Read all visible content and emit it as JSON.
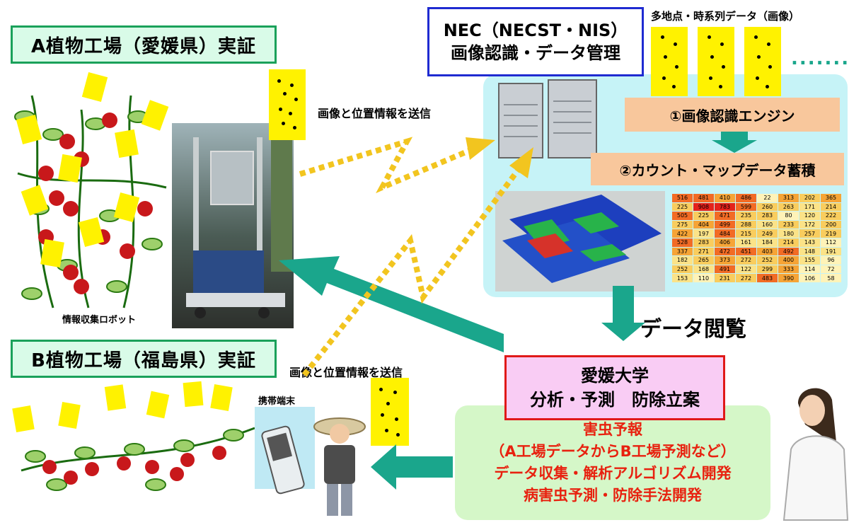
{
  "factory_a": {
    "title": "A植物工場（愛媛県）実証",
    "robot_caption": "情報収集ロボット"
  },
  "factory_b": {
    "title": "B植物工場（福島県）実証",
    "mobile_caption": "携帯端末"
  },
  "send_a": "画像と位置情報を送信",
  "send_b": "画像と位置情報を送信",
  "nec": {
    "line1": "NEC（NECST・NIS）",
    "line2": "画像認識・データ管理",
    "multi_point": "多地点・時系列データ（画像）",
    "ellipsis": ".......",
    "engine": "①画像認識エンジン",
    "store": "②カウント・マップデータ蓄積"
  },
  "data_view": "データ閲覧",
  "ehime": {
    "line1": "愛媛大学",
    "line2": "分析・予測　防除立案",
    "items": [
      "害虫予報",
      "（A工場データからB工場予測など）",
      "データ収集・解析アルゴリズム開発",
      "病害虫予測・防除手法開発"
    ]
  },
  "heatmap": {
    "rows": [
      [
        "516",
        "481",
        "410",
        "486",
        "22",
        "313",
        "202",
        "365"
      ],
      [
        "225",
        "908",
        "783",
        "599",
        "260",
        "263",
        "171",
        "214"
      ],
      [
        "505",
        "225",
        "471",
        "235",
        "283",
        "80",
        "120",
        "222"
      ],
      [
        "275",
        "404",
        "499",
        "288",
        "160",
        "233",
        "172",
        "200"
      ],
      [
        "422",
        "197",
        "484",
        "215",
        "249",
        "180",
        "257",
        "219"
      ],
      [
        "528",
        "283",
        "406",
        "161",
        "184",
        "214",
        "143",
        "112"
      ],
      [
        "337",
        "271",
        "472",
        "451",
        "403",
        "492",
        "148",
        "191"
      ],
      [
        "182",
        "265",
        "373",
        "272",
        "252",
        "400",
        "155",
        "96"
      ],
      [
        "252",
        "168",
        "491",
        "122",
        "299",
        "333",
        "114",
        "72"
      ],
      [
        "153",
        "110",
        "231",
        "272",
        "483",
        "390",
        "106",
        "58"
      ]
    ]
  },
  "colors": {
    "arrow": "#1aa68c",
    "yellow": "#fff200",
    "red_text": "#e8210f",
    "title_border": "#1aa15a"
  }
}
